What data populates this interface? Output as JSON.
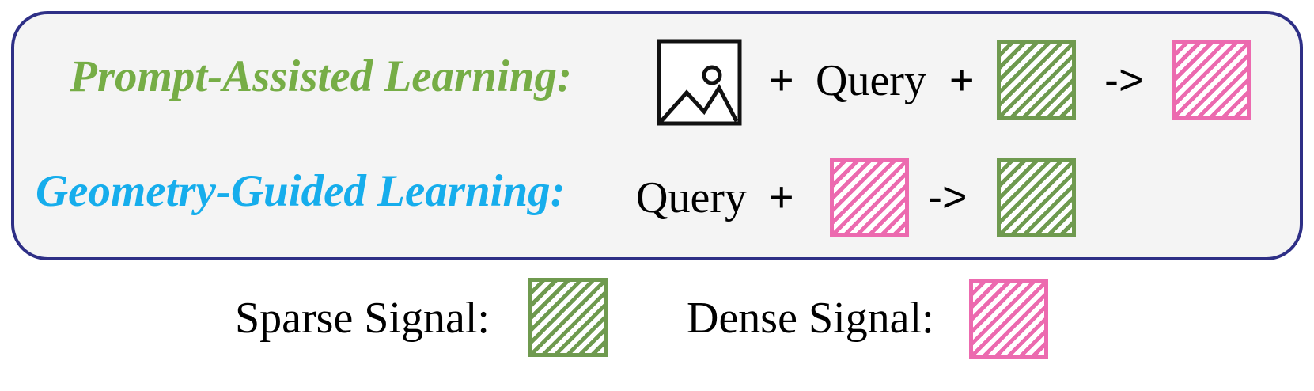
{
  "row1": {
    "heading": "Prompt-Assisted Learning:",
    "icon": "image-icon",
    "plus_a": "+",
    "query": "Query",
    "plus_b": "+",
    "arrow": "->"
  },
  "row2": {
    "heading": "Geometry-Guided Learning:",
    "query": "Query",
    "plus": "+",
    "arrow": "->"
  },
  "legend": {
    "sparse_label": "Sparse Signal:",
    "dense_label": "Dense Signal:"
  },
  "colors": {
    "sparse": "#6f9a4f",
    "dense": "#ec6aaf",
    "heading_green": "#76ad46",
    "heading_blue": "#16adec",
    "panel_border": "#2e2f86",
    "panel_fill": "#f4f4f4"
  }
}
